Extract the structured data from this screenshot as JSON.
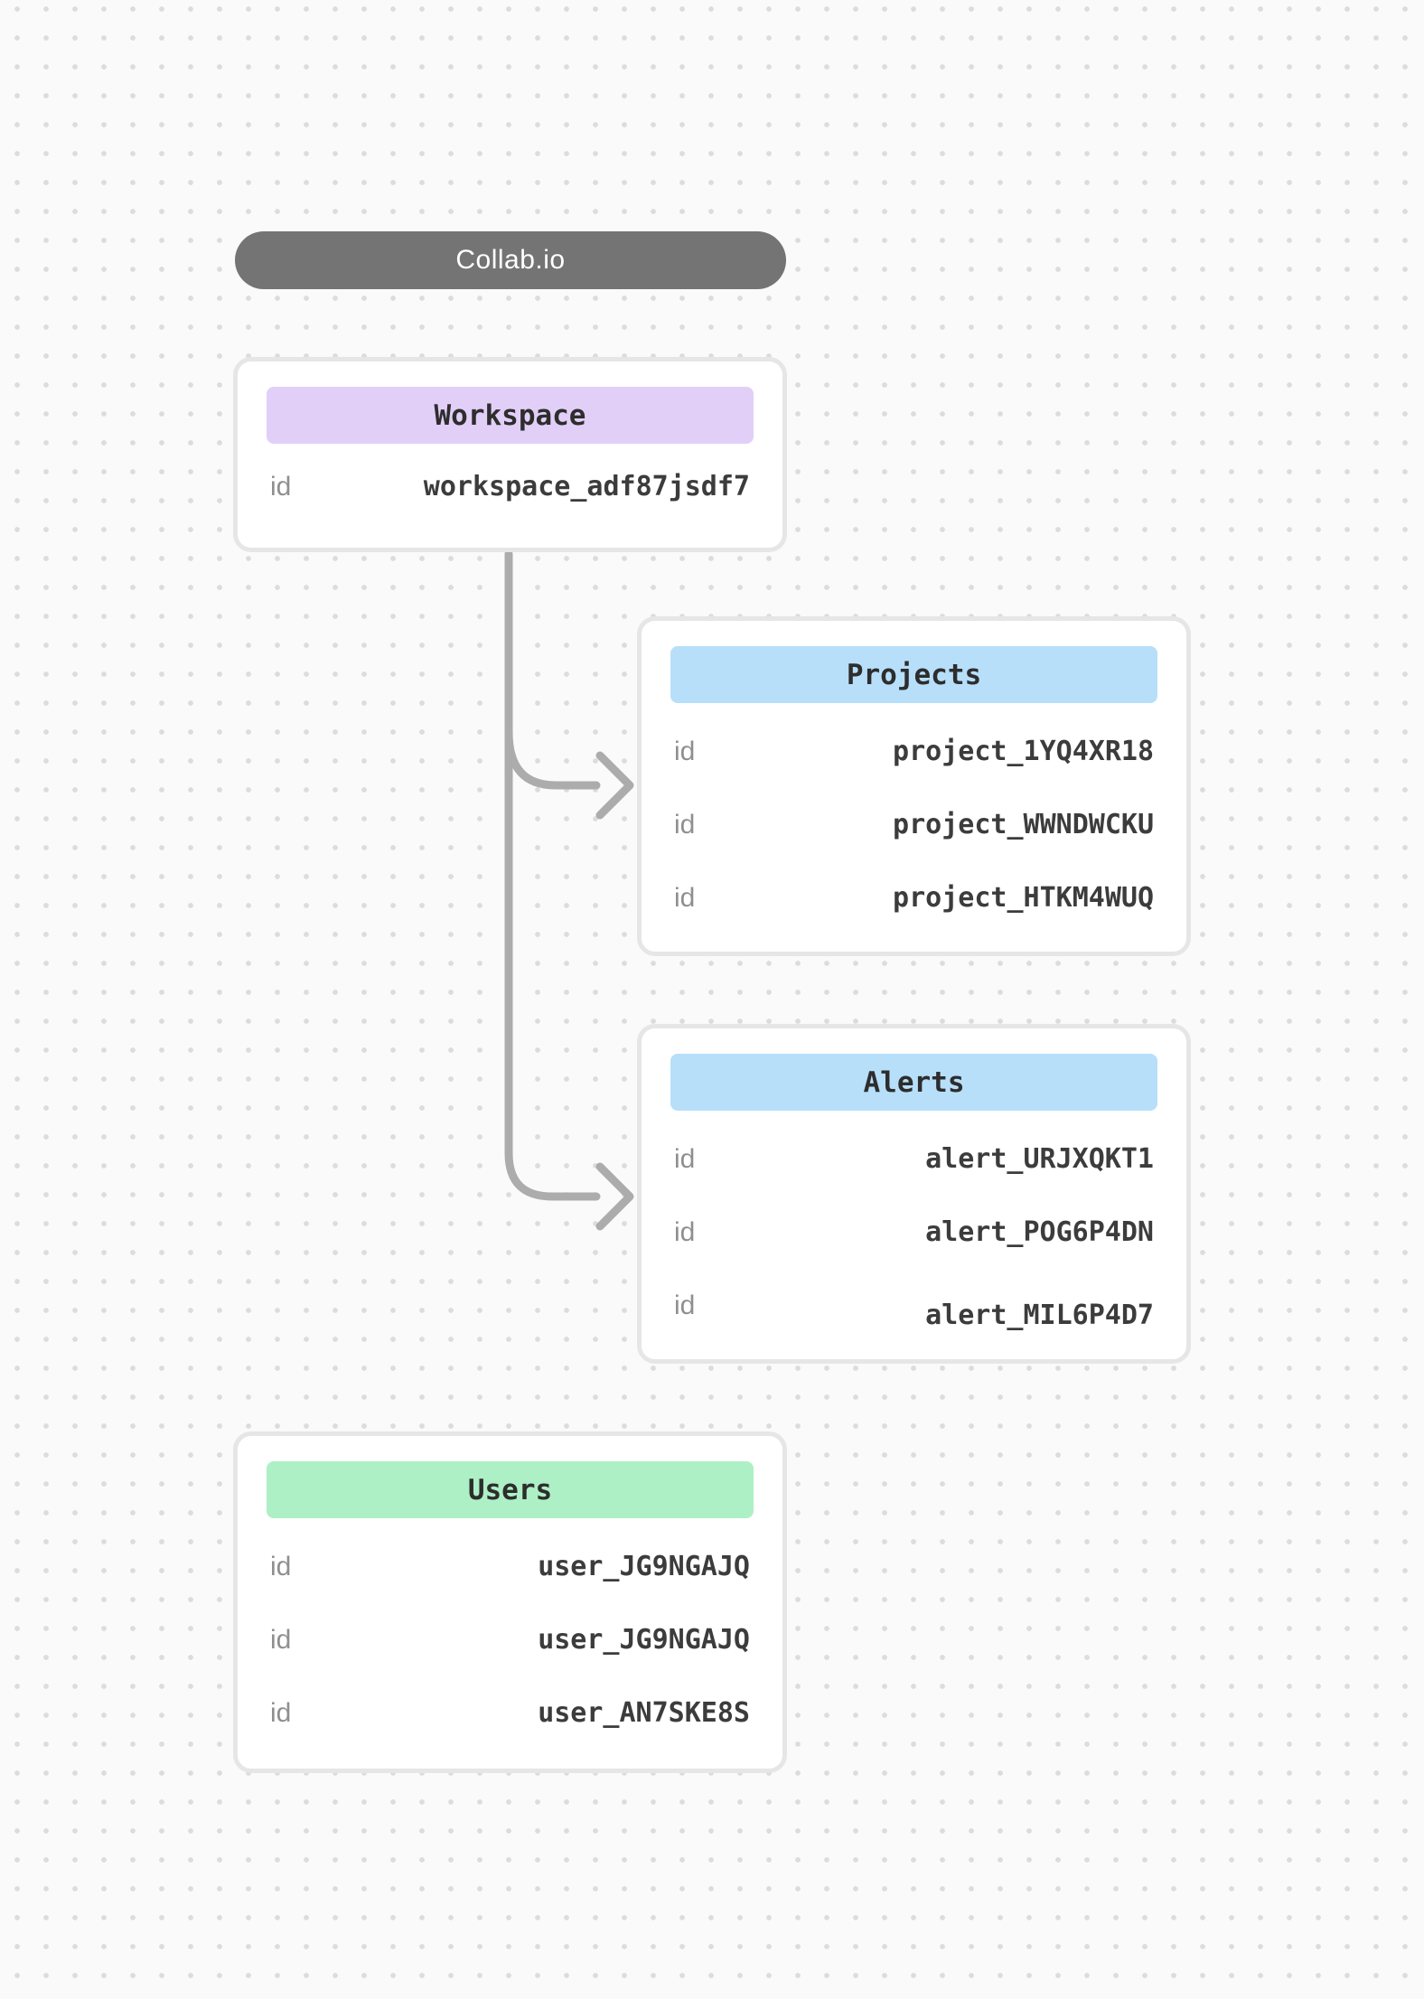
{
  "diagram": {
    "root": {
      "label": "Collab.io"
    },
    "cards": [
      {
        "title": "Workspace",
        "rows": [
          {
            "label": "id",
            "value": "workspace_adf87jsdf7"
          }
        ]
      },
      {
        "title": "Projects",
        "rows": [
          {
            "label": "id",
            "value": "project_1YQ4XR18"
          },
          {
            "label": "id",
            "value": "project_WWNDWCKU"
          },
          {
            "label": "id",
            "value": "project_HTKM4WUQ"
          }
        ]
      },
      {
        "title": "Alerts",
        "rows": [
          {
            "label": "id",
            "value": "alert_URJXQKT1"
          },
          {
            "label": "id",
            "value": "alert_POG6P4DN"
          },
          {
            "label": "id",
            "value": "alert_MIL6P4D7"
          }
        ]
      },
      {
        "title": "Users",
        "rows": [
          {
            "label": "id",
            "value": "user_JG9NGAJQ"
          },
          {
            "label": "id",
            "value": "user_JG9NGAJQ"
          },
          {
            "label": "id",
            "value": "user_AN7SKE8S"
          }
        ]
      }
    ],
    "colors": {
      "root_pill_bg": "#747474",
      "workspace_header_bg": "#E2CFF8",
      "projects_header_bg": "#B7DFFA",
      "alerts_header_bg": "#B7DFFA",
      "users_header_bg": "#ADF0C5",
      "connector": "#ACACAC"
    }
  }
}
